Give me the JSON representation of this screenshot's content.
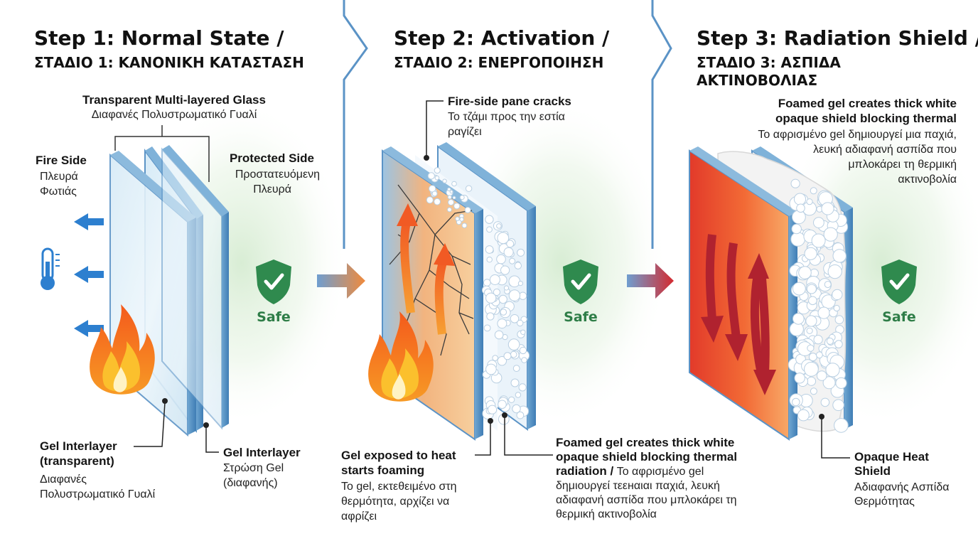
{
  "colors": {
    "safe_green": "#2e7d47",
    "shield_green": "#2f8a4e",
    "arrow_blue": "#2d7fcf",
    "heat_red": "#b0222f",
    "flame_orange": "#f36f1f",
    "glass_blue": "#a9cde4",
    "divider_blue": "#5b93c6"
  },
  "icons": [
    "arrow-left-icon",
    "thermometer-icon",
    "flame-icon",
    "shield-check-icon",
    "arrow-right-icon",
    "crack-lines",
    "foam-bubbles"
  ],
  "step1": {
    "title": "Step 1: Normal State /",
    "subtitle": "ΣΤΑΔΙΟ 1: ΚΑΝΟΝΙΚΗ ΚΑΤΑΣΤΑΣΗ",
    "glass_label_en": "Transparent Multi-layered Glass",
    "glass_label_el": "Διαφανές Πολυστρωματικό Γυαλί",
    "fire_side_en": "Fire Side",
    "fire_side_el_1": "Πλευρά",
    "fire_side_el_2": "Φωτιάς",
    "protected_en": "Protected Side",
    "protected_el_1": "Προστατευόμενη",
    "protected_el_2": "Πλευρά",
    "safe": "Safe",
    "gel_left_en_1": "Gel Interlayer",
    "gel_left_en_2": "(transparent)",
    "gel_left_el_1": "Διαφανές",
    "gel_left_el_2": "Πολυστρωματικό Γυαλί",
    "gel_right_en": "Gel Interlayer",
    "gel_right_el_1": "Στρώση Gel",
    "gel_right_el_2": "(διαφανής)"
  },
  "step2": {
    "title": "Step 2: Activation /",
    "subtitle": "ΣΤΑΔΙΟ 2: ΕΝΕΡΓΟΠΟΙΗΣΗ",
    "cracks_en": "Fire-side pane cracks",
    "cracks_el_1": "Το τζάμι προς την εστία",
    "cracks_el_2": "ραγίζει",
    "safe": "Safe",
    "foaming_en_1": "Gel exposed to heat",
    "foaming_en_2": "starts foaming",
    "foaming_el_1": "Το gel, εκτεθειμένο στη",
    "foaming_el_2": "θερμότητα, αρχίζει να",
    "foaming_el_3": "αφρίζει",
    "foamed_en_1": "Foamed gel creates thick white",
    "foamed_en_2": "opaque shield blocking thermal",
    "foamed_en_3": "radiation /",
    "foamed_el_3": "Το αφρισμένο gel",
    "foamed_el_4": "δημιουργεί τεεнαιαι παχιά, λευκή",
    "foamed_el_5": "αδιαφανή ασπίδα που μπλοκάρει τη",
    "foamed_el_6": "θερμική ακτινοβολία"
  },
  "step3": {
    "title": "Step 3: Radiation Shield /",
    "subtitle_1": "ΣΤΑΔΙΟ 3: ΑΣΠΙΔΑ",
    "subtitle_2": "ΑΚΤΙΝΟΒΟΛΙΑΣ",
    "foamed_en_1": "Foamed gel creates thick white",
    "foamed_en_2": "opaque shield blocking thermal",
    "foamed_el_1": "Το αφρισμένο gel δημιουργεί μια παχιά,",
    "foamed_el_2": "λευκή αδιαφανή ασπίδα που",
    "foamed_el_3": "μπλοκάρει τη θερμική",
    "foamed_el_4": "ακτινοβολία",
    "safe": "Safe",
    "opaque_en_1": "Opaque Heat",
    "opaque_en_2": "Shield",
    "opaque_el_1": "Αδιαφανής Ασπίδα",
    "opaque_el_2": "Θερμότητας"
  }
}
